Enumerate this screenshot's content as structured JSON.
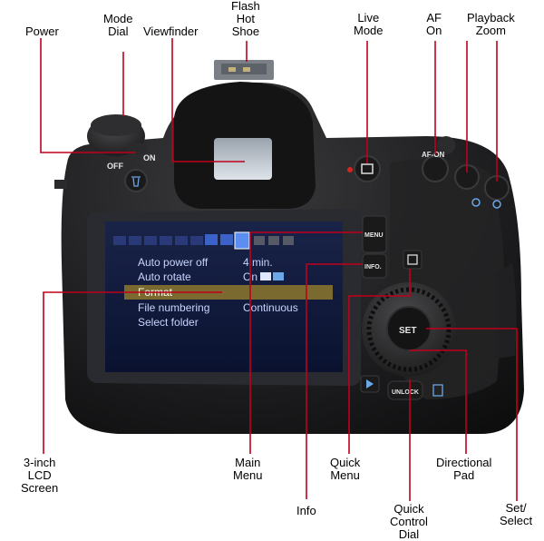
{
  "callouts": {
    "power": "Power",
    "mode_dial": "Mode\nDial",
    "viewfinder": "Viewfinder",
    "flash_hot_shoe": "Flash\nHot\nShoe",
    "live_mode": "Live\nMode",
    "af_on": "AF\nOn",
    "playback_zoom": "Playback\nZoom",
    "lcd_screen": "3-inch\nLCD\nScreen",
    "main_menu": "Main\nMenu",
    "info": "Info",
    "quick_menu": "Quick\nMenu",
    "quick_control_dial": "Quick\nControl\nDial",
    "directional_pad": "Directional\nPad",
    "set_select": "Set/\nSelect"
  },
  "camera_labels": {
    "off": "OFF",
    "on": "ON",
    "af_on_button": "AF-ON",
    "menu_button": "MENU",
    "info_button": "INFO.",
    "set_button": "SET",
    "unlock_button": "UNLOCK"
  },
  "lcd_menu": {
    "items": [
      {
        "label": "Auto power off",
        "value": "4 min."
      },
      {
        "label": "Auto rotate",
        "value": "On"
      },
      {
        "label": "Format",
        "value": ""
      },
      {
        "label": "File numbering",
        "value": "Continuous"
      },
      {
        "label": "Select folder",
        "value": ""
      }
    ],
    "selected_index": 2
  },
  "colors": {
    "body": "#1b1b1c",
    "body_highlight": "#3a3a3c",
    "callout_line": "#c0001a",
    "lcd_bg": "#101a3a",
    "menu_text": "#c8d4ff",
    "menu_highlight": "#8a7a3a"
  }
}
